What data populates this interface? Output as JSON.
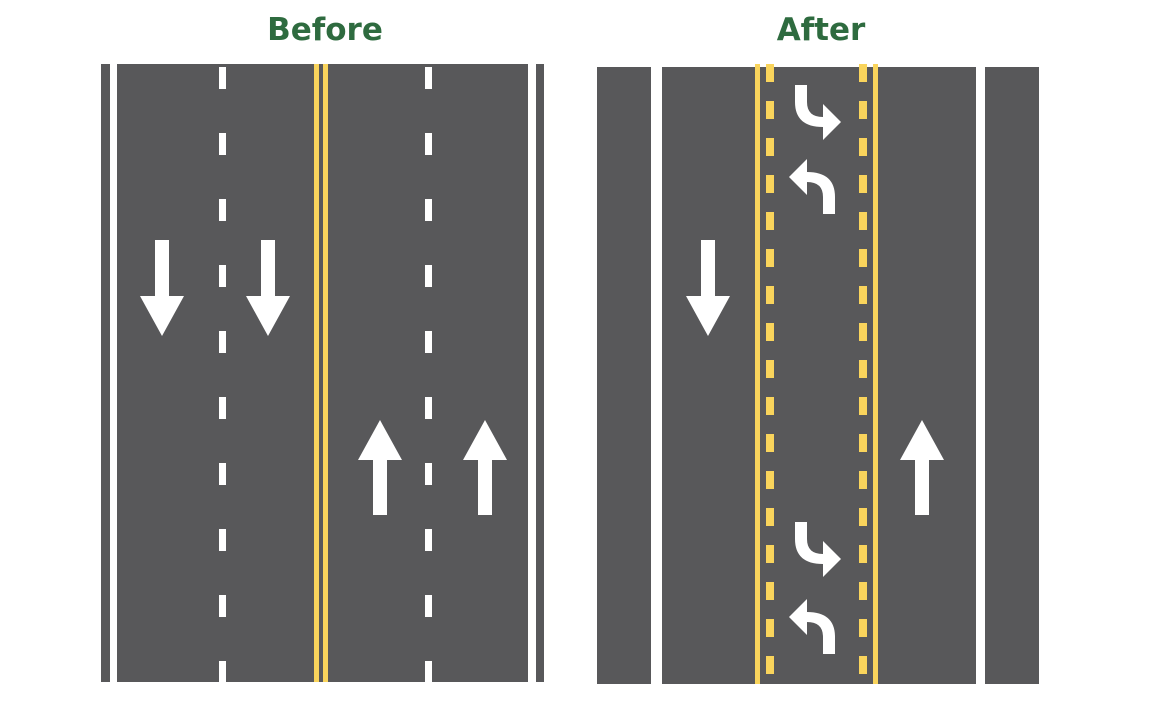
{
  "panels": {
    "before": {
      "title": "Before",
      "lanes_southbound": 2,
      "lanes_northbound": 2
    },
    "after": {
      "title": "After",
      "lanes_southbound": 1,
      "lanes_northbound": 1,
      "center_turn_lane": true
    }
  },
  "colors": {
    "asphalt": "#58585a",
    "white": "#ffffff",
    "yellow": "#f9d45c",
    "title": "#2e6b3f"
  }
}
